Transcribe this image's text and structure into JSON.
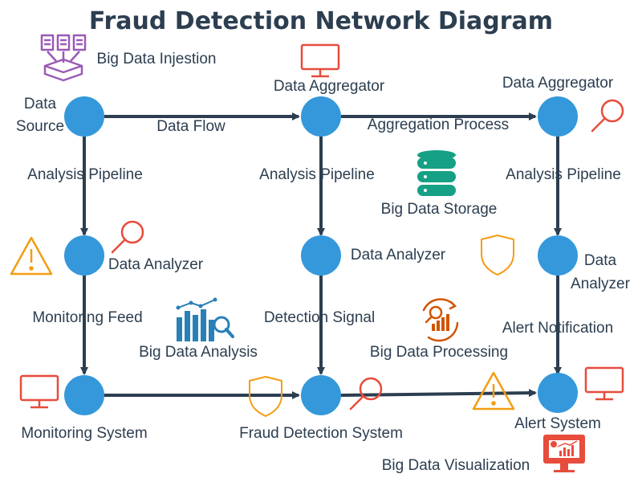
{
  "title": "Fraud Detection Network Diagram",
  "nodes": {
    "data_source": {
      "label_line1": "Data",
      "label_line2": "Source"
    },
    "aggregator_1": {
      "label": "Data Aggregator"
    },
    "aggregator_2": {
      "label": "Data Aggregator"
    },
    "analyzer_1": {
      "label": "Data Analyzer"
    },
    "analyzer_2": {
      "label": "Data Analyzer"
    },
    "analyzer_3": {
      "label_line1": "Data",
      "label_line2": "Analyzer"
    },
    "monitoring_system": {
      "label": "Monitoring System"
    },
    "fraud_detection_system": {
      "label": "Fraud Detection System"
    },
    "alert_system": {
      "label": "Alert System"
    }
  },
  "edges": {
    "data_flow": "Data Flow",
    "aggregation_process": "Aggregation Process",
    "analysis_pipeline_1": "Analysis Pipeline",
    "analysis_pipeline_2": "Analysis Pipeline",
    "analysis_pipeline_3": "Analysis Pipeline",
    "monitoring_feed": "Monitoring Feed",
    "detection_signal": "Detection Signal",
    "alert_notification": "Alert Notification"
  },
  "icons": {
    "ingestion": {
      "label": "Big Data Injestion",
      "icon": "documents-ingestion-icon"
    },
    "storage": {
      "label": "Big Data Storage",
      "icon": "database-icon"
    },
    "analysis": {
      "label": "Big Data Analysis",
      "icon": "chart-magnifier-icon"
    },
    "processing": {
      "label": "Big Data Processing",
      "icon": "processing-chart-icon"
    },
    "visualization": {
      "label": "Big Data Visualization",
      "icon": "dashboard-chart-icon"
    }
  },
  "colors": {
    "node": "#3498db",
    "edge": "#2c3e50",
    "title": "#2c3e50",
    "monitor_icon": "#e74c3c",
    "magnifier_icon": "#e74c3c",
    "warning_icon": "#f39c12",
    "shield_icon": "#f39c12",
    "ingestion_icon": "#9b59b6",
    "storage_icon": "#16a085",
    "analysis_icon": "#2980b9",
    "processing_icon": "#d35400"
  }
}
